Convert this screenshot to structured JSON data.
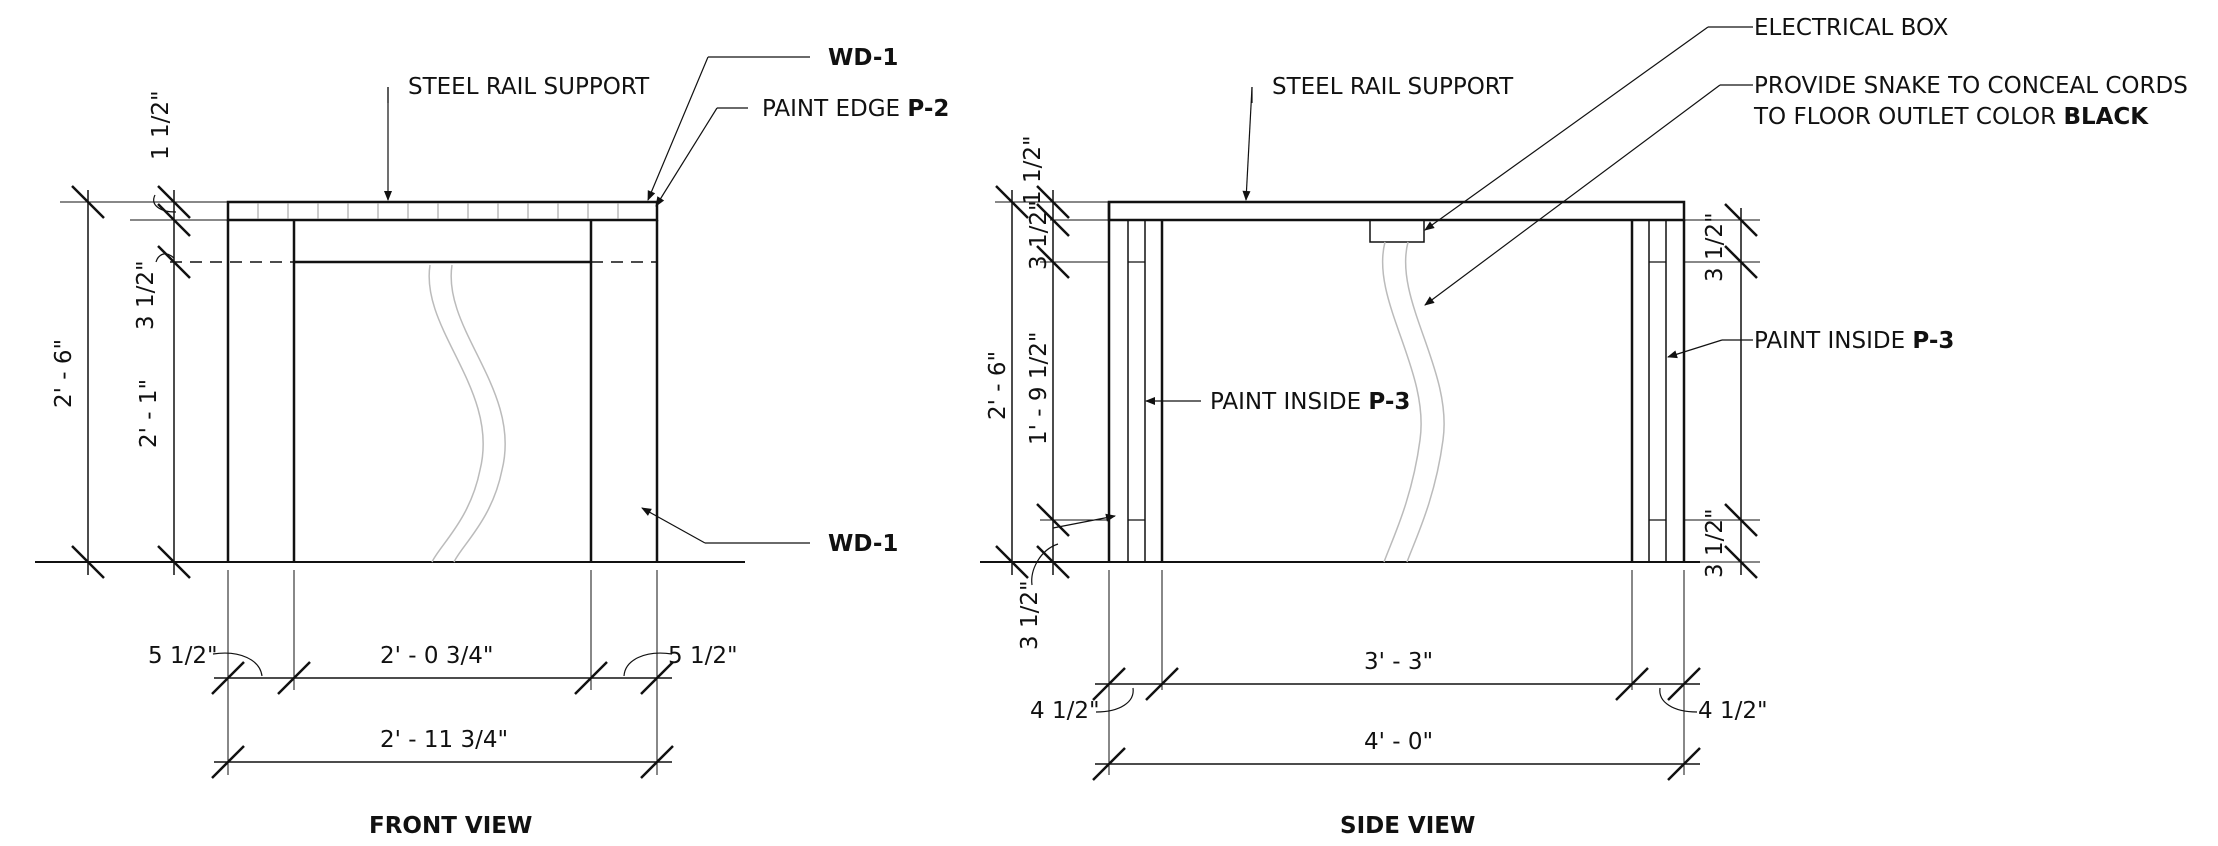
{
  "front_view": {
    "title": "FRONT VIEW",
    "labels": {
      "steel_rail_support": "STEEL RAIL SUPPORT",
      "wd1_top": "WD-1",
      "paint_edge_prefix": "PAINT EDGE ",
      "paint_edge_code": "P-2",
      "wd1_side": "WD-1"
    },
    "dimensions": {
      "top_thickness": "1 1/2\"",
      "rail_height": "3 1/2\"",
      "overall_height": "2' - 6\"",
      "inner_height": "2' - 1\"",
      "leg_left": "5 1/2\"",
      "inner_width": "2' - 0 3/4\"",
      "leg_right": "5 1/2\"",
      "overall_width": "2' - 11 3/4\""
    }
  },
  "side_view": {
    "title": "SIDE VIEW",
    "labels": {
      "steel_rail_support": "STEEL RAIL SUPPORT",
      "electrical_box": "ELECTRICAL BOX",
      "snake_line1": "PROVIDE SNAKE TO CONCEAL CORDS",
      "snake_line2_prefix": "TO FLOOR OUTLET COLOR ",
      "snake_color": "BLACK",
      "paint_inside_right_prefix": "PAINT INSIDE ",
      "paint_inside_right_code": "P-3",
      "paint_inside_left_prefix": "PAINT INSIDE ",
      "paint_inside_left_code": "P-3"
    },
    "dimensions": {
      "top_thickness": "1 1/2\"",
      "rail_height_left": "3 1/2\"",
      "overall_height": "2' - 6\"",
      "inner_height": "1' - 9 1/2\"",
      "bottom_rail_left": "3 1/2\"",
      "rail_height_right": "3 1/2\"",
      "bottom_rail_right": "3 1/2\"",
      "leg_left": "4 1/2\"",
      "inner_width": "3' - 3\"",
      "leg_right": "4 1/2\"",
      "overall_width": "4' - 0\""
    }
  }
}
